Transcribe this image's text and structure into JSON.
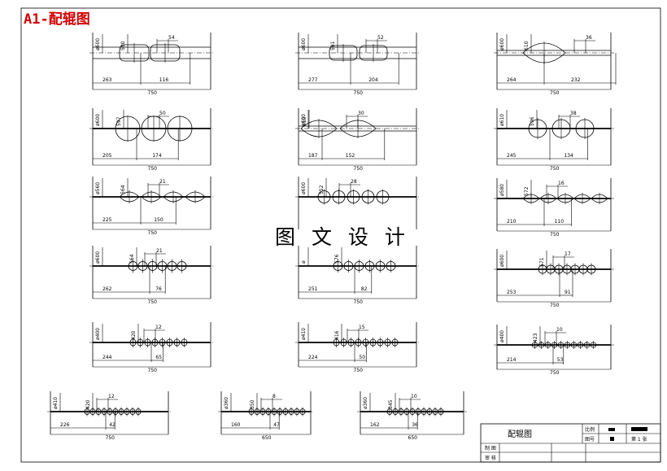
{
  "sheet_title": "A1-配辊图",
  "watermark": "图 文 设 计",
  "passes": [
    {
      "shape": "box",
      "n_grooves": 2,
      "dia_label": "ø600",
      "pitch_label": "590",
      "groove_label": "54",
      "left_label": "263",
      "mid_label": "116",
      "total_label": "750"
    },
    {
      "shape": "box",
      "n_grooves": 2,
      "dia_label": "ø600",
      "pitch_label": "591",
      "groove_label": "52",
      "left_label": "277",
      "mid_label": "204",
      "total_label": "750"
    },
    {
      "shape": "oval",
      "n_grooves": 2,
      "dia_label": "ø600",
      "pitch_label": "610",
      "groove_label": "36",
      "left_label": "264",
      "mid_label": "232",
      "total_label": "750"
    },
    {
      "shape": "round",
      "n_grooves": 3,
      "dia_label": "ø600",
      "pitch_label": "597",
      "groove_label": "50",
      "left_label": "205",
      "mid_label": "174",
      "total_label": "750"
    },
    {
      "shape": "oval",
      "n_grooves": 3,
      "dia_label": "ø600",
      "pitch_label": "610",
      "groove_label": "30",
      "left_label": "187",
      "mid_label": "152",
      "total_label": "750"
    },
    {
      "shape": "round",
      "n_grooves": 3,
      "dia_label": "ø610",
      "pitch_label": "596",
      "groove_label": "38",
      "left_label": "245",
      "mid_label": "134",
      "total_label": "750"
    },
    {
      "shape": "oval",
      "n_grooves": 4,
      "dia_label": "ø560",
      "pitch_label": "564",
      "groove_label": "21",
      "left_label": "225",
      "mid_label": "150",
      "total_label": "750"
    },
    {
      "shape": "round",
      "n_grooves": 5,
      "dia_label": "ø600",
      "pitch_label": "552",
      "groove_label": "28",
      "left_label": "",
      "mid_label": "",
      "total_label": ""
    },
    {
      "shape": "oval",
      "n_grooves": 5,
      "dia_label": "ø580",
      "pitch_label": "572",
      "groove_label": "16",
      "left_label": "210",
      "mid_label": "110",
      "total_label": "750"
    },
    {
      "shape": "roundv",
      "n_grooves": 6,
      "dia_label": "ø600",
      "pitch_label": "564",
      "groove_label": "21",
      "left_label": "262",
      "mid_label": "76",
      "total_label": "750"
    },
    {
      "shape": "roundv",
      "n_grooves": 6,
      "dia_label": "ø",
      "pitch_label": "576",
      "groove_label": "",
      "left_label": "251",
      "mid_label": "82",
      "total_label": "750"
    },
    {
      "shape": "roundv",
      "n_grooves": 7,
      "dia_label": "ø600",
      "pitch_label": "571",
      "groove_label": "17",
      "left_label": "253",
      "mid_label": "91",
      "total_label": "750"
    },
    {
      "shape": "small",
      "n_grooves": 8,
      "dia_label": "ø400",
      "pitch_label": "420",
      "groove_label": "12",
      "left_label": "244",
      "mid_label": "65",
      "total_label": "750"
    },
    {
      "shape": "small",
      "n_grooves": 9,
      "dia_label": "ø410",
      "pitch_label": "416",
      "groove_label": "15",
      "left_label": "224",
      "mid_label": "50",
      "total_label": "750"
    },
    {
      "shape": "small",
      "n_grooves": 10,
      "dia_label": "ø400",
      "pitch_label": "423",
      "groove_label": "10",
      "left_label": "214",
      "mid_label": "53",
      "total_label": "750"
    },
    {
      "shape": "small",
      "n_grooves": 10,
      "dia_label": "ø410",
      "pitch_label": "420",
      "groove_label": "12",
      "left_label": "226",
      "mid_label": "42",
      "total_label": "750"
    },
    {
      "shape": "small",
      "n_grooves": 10,
      "dia_label": "ø360",
      "pitch_label": "350",
      "groove_label": "8",
      "left_label": "160",
      "mid_label": "47",
      "total_label": "650"
    },
    {
      "shape": "small",
      "n_grooves": 10,
      "dia_label": "ø360",
      "pitch_label": "345",
      "groove_label": "10",
      "left_label": "162",
      "mid_label": "36",
      "total_label": "650"
    }
  ],
  "title_block": {
    "drawing_name": "配辊图",
    "scale_label": "比例",
    "sheet_no_label": "图号",
    "page_label": "第 1 张",
    "designer_label": "制 图",
    "reviewer_label": "审 核"
  }
}
